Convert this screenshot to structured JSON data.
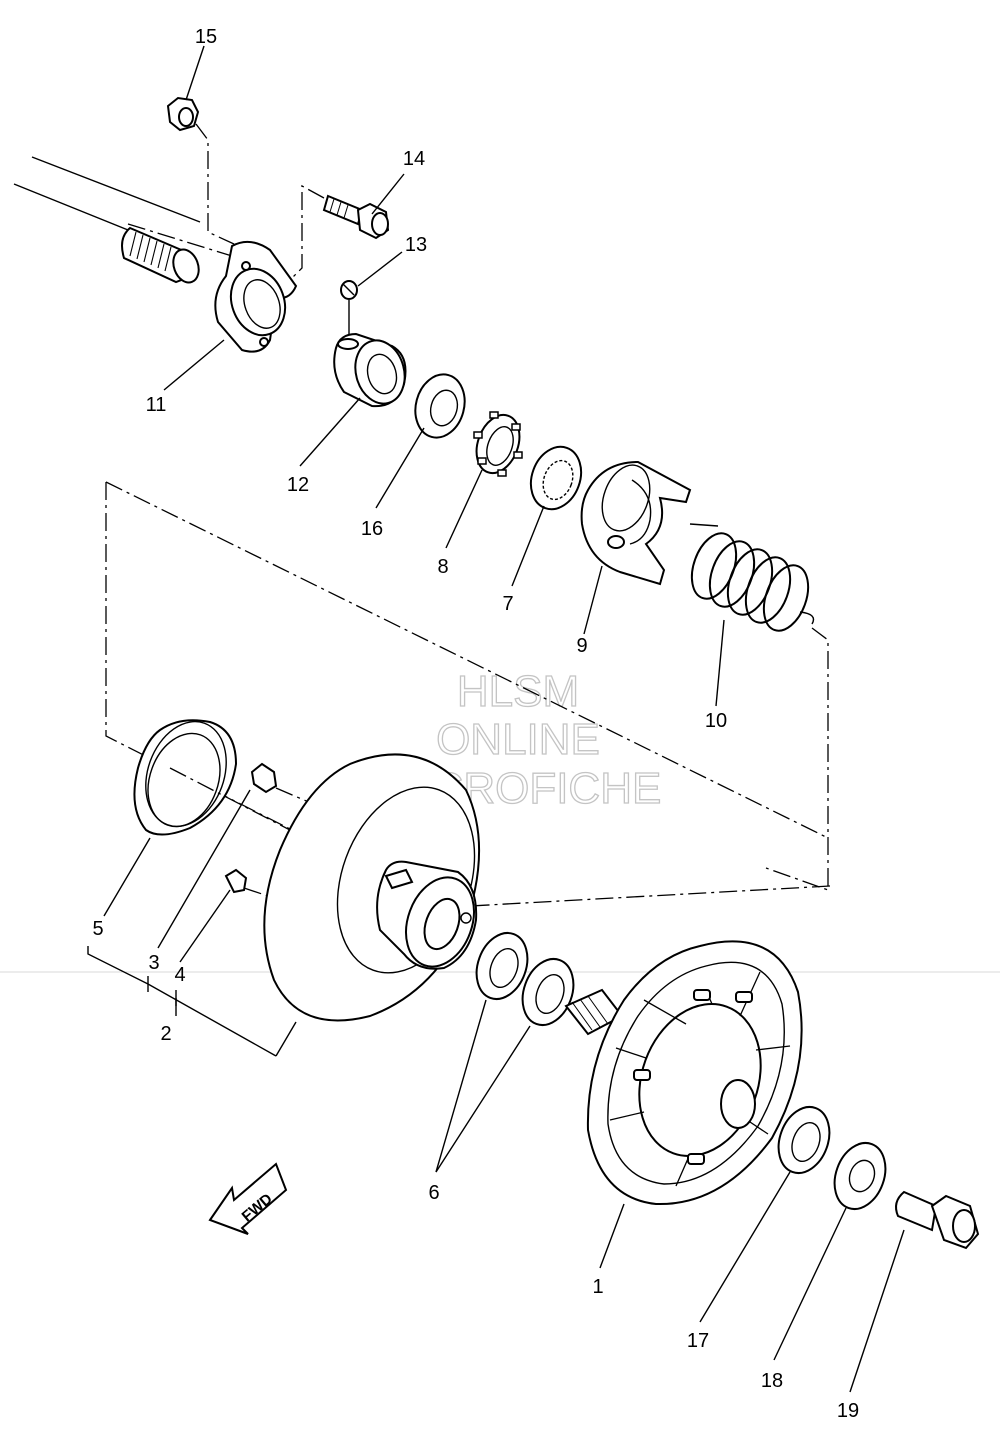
{
  "labels": {
    "p1": "1",
    "p2": "2",
    "p3": "3",
    "p4": "4",
    "p5": "5",
    "p6": "6",
    "p7": "7",
    "p8": "8",
    "p9": "9",
    "p10": "10",
    "p11": "11",
    "p12": "12",
    "p13": "13",
    "p14": "14",
    "p15": "15",
    "p16": "16",
    "p17": "17",
    "p18": "18",
    "p19": "19"
  },
  "watermark": {
    "line1": "HLSM",
    "line2": "ONLINE",
    "line3": "MICROFICHE"
  },
  "fwd_arrow": {
    "label": "FWD"
  }
}
